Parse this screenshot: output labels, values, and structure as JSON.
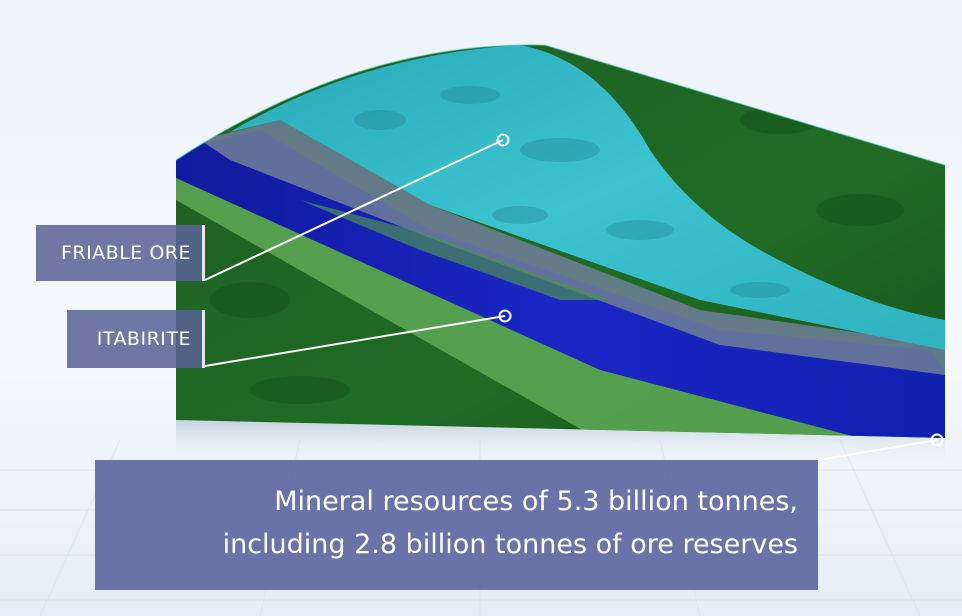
{
  "callouts": {
    "friable_ore": "FRIABLE ORE",
    "itabirite": "ITABIRITE"
  },
  "summary": {
    "line1": "Mineral resources of 5.3 billion tonnes,",
    "line2": "including 2.8 billion tonnes of ore reserves"
  },
  "colors": {
    "host_rock": "#1f6b24",
    "friable_ore": "#33b7c4",
    "itabirite": "#1420b8",
    "banded_layer": "#4f9b48",
    "callout_box": "#5a6296"
  }
}
